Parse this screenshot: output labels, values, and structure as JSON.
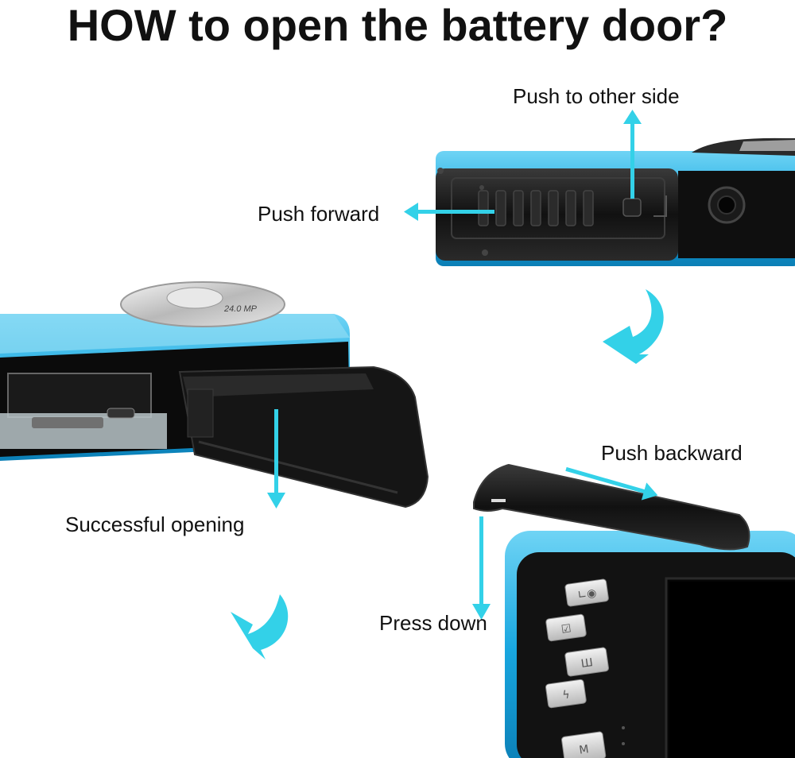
{
  "title": "HOW to open the battery door?",
  "labels": {
    "push_other_side": "Push to other side",
    "push_forward": "Push forward",
    "push_backward": "Push backward",
    "successful_opening": "Successful opening",
    "press_down": "Press down"
  },
  "camera_lens_text": "24.0 MP",
  "menu_buttons": [
    "∟◉",
    "☑",
    "Ш",
    "ϟ",
    "M"
  ],
  "colors": {
    "accent_arrow": "#33d1e8",
    "camera_body_blue": "#1aa8e0",
    "camera_black": "#1b1b1b",
    "text": "#111111"
  }
}
